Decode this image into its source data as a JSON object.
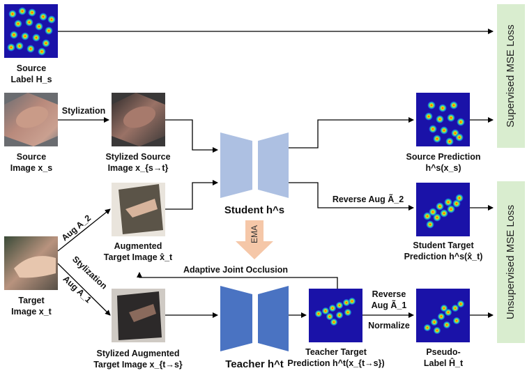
{
  "labels": {
    "source_label_1": "Source",
    "source_label_2": "Label H_s",
    "source_image_1": "Source",
    "source_image_2": "Image x_s",
    "stylization_top": "Stylization",
    "stylized_source_1": "Stylized Source",
    "stylized_source_2": "Image x_{s→t}",
    "student": "Student h^s",
    "teacher": "Teacher h^t",
    "ema": "EMA",
    "source_prediction_1": "Source Prediction",
    "source_prediction_2": "h^s(x_s)",
    "reverse_aug_2": "Reverse Aug Ã_2",
    "student_target_1": "Student Target",
    "student_target_2": "Prediction h^s(x̂_t)",
    "aug_a2": "Aug A_2",
    "augmented_1": "Augmented",
    "augmented_2": "Target Image x̂_t",
    "adaptive_occlusion": "Adaptive Joint Occlusion",
    "stylization_bottom": "Stylization",
    "aug_a1": "Aug A_1",
    "target_image_1": "Target",
    "target_image_2": "Image x_t",
    "stylized_aug_1": "Stylized Augmented",
    "stylized_aug_2": "Target Image x_{t→s}",
    "teacher_target_1": "Teacher Target",
    "teacher_target_2": "Prediction h^t(x_{t→s})",
    "reverse_aug_1_a": "Reverse",
    "reverse_aug_1_b": "Aug Ã_1",
    "normalize": "Normalize",
    "pseudo_label_1": "Pseudo-",
    "pseudo_label_2": "Label Ĥ_t",
    "supervised_loss": "Supervised MSE Loss",
    "unsupervised_loss": "Unsupervised MSE Loss"
  },
  "colors": {
    "student_block": "#adc0e2",
    "teacher_block": "#4a73c2",
    "ema_arrow": "#f5c7a8",
    "loss_box": "#d9edcf",
    "heatmap_bg": "#1a12a8"
  }
}
